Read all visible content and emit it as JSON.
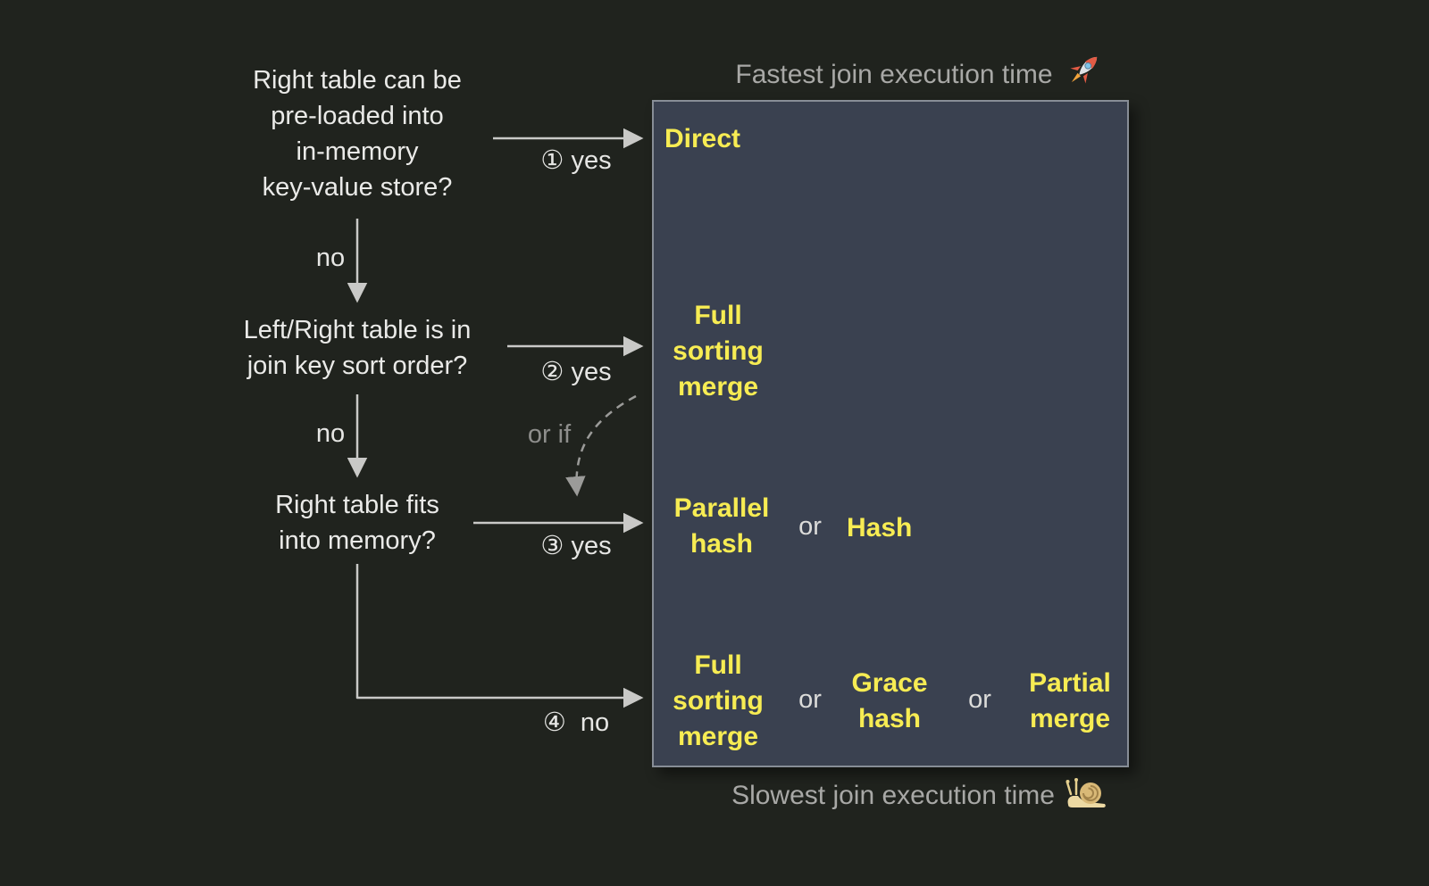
{
  "colors": {
    "background": "#20231e",
    "panel_background": "#3a4150",
    "panel_border": "#878d96",
    "algorithm_text": "#f7ec53",
    "question_text": "#eaeae8",
    "muted_caption": "#a8a8a6",
    "arrow": "#c9c9c7"
  },
  "captions": {
    "fastest": "Fastest join execution time",
    "slowest": "Slowest join execution time",
    "rocket": "🚀",
    "snail": "🐌"
  },
  "questions": [
    {
      "lines": [
        "Right table can be",
        "pre-loaded into",
        "in-memory",
        "key-value store?"
      ]
    },
    {
      "lines": [
        "Left/Right table is in",
        "join key sort order?"
      ]
    },
    {
      "lines": [
        "Right table fits",
        "into memory?"
      ]
    }
  ],
  "edge_labels": {
    "yes1": "① yes",
    "yes2": "② yes",
    "yes3": "③ yes",
    "no4": "④  no",
    "no1": "no",
    "no2": "no",
    "or_if": "or if"
  },
  "panel": {
    "direct": "Direct",
    "or": "or",
    "full_sorting_merge_top": [
      "Full",
      "sorting",
      "merge"
    ],
    "parallel_hash": [
      "Parallel",
      "hash"
    ],
    "hash": "Hash",
    "full_sorting_merge_bottom": [
      "Full",
      "sorting",
      "merge"
    ],
    "grace_hash": [
      "Grace",
      "hash"
    ],
    "partial_merge": [
      "Partial",
      "merge"
    ]
  }
}
